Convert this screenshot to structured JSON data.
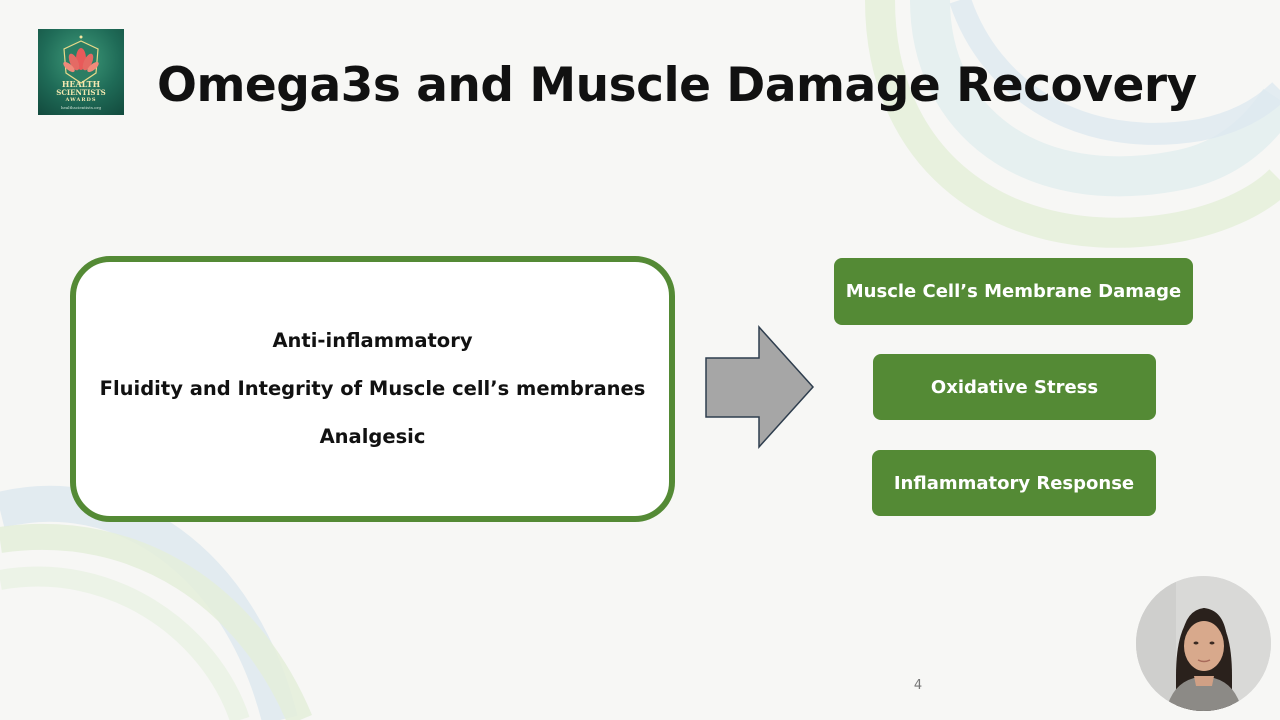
{
  "slide": {
    "title": "Omega3s and Muscle Damage Recovery",
    "page_number": "4"
  },
  "logo": {
    "line1": "HEALTH",
    "line2": "SCIENTISTS",
    "line3": "AWARDS",
    "line4": "healthscientists.org"
  },
  "mechanisms": [
    "Anti-inflammatory",
    "Fluidity and Integrity of Muscle cell’s membranes",
    "Analgesic"
  ],
  "effects": [
    "Muscle Cell’s Membrane Damage",
    "Oxidative Stress",
    "Inflammatory Response"
  ],
  "icons": {
    "arrow": "right-arrow-icon"
  },
  "colors": {
    "accent_green": "#548a35",
    "arrow_fill": "#a6a6a6",
    "background": "#f7f7f5"
  }
}
